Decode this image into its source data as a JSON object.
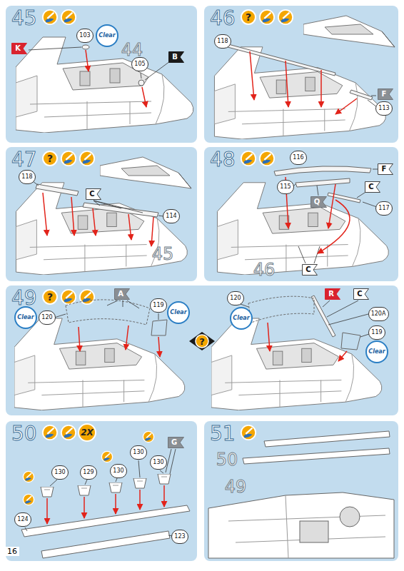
{
  "diagram": {
    "nodes": [
      {
        "text": [
          "45"
        ]
      },
      {
        "text": [
          "103"
        ],
        "in": 0
      },
      {
        "text": [
          "Clear"
        ],
        "in": 0
      },
      {
        "text": [
          "K"
        ],
        "in": 0
      },
      {
        "text": [
          "105"
        ],
        "in": 0
      },
      {
        "text": [
          "B"
        ],
        "in": 0
      },
      {
        "text": [
          "46"
        ]
      },
      {
        "text": [
          "?"
        ],
        "in": 6
      },
      {
        "text": [
          "118"
        ],
        "in": 6
      },
      {
        "text": [
          "F"
        ],
        "in": 6
      },
      {
        "text": [
          "113"
        ],
        "in": 6
      },
      {
        "text": [
          "47"
        ]
      },
      {
        "text": [
          "?"
        ],
        "in": 11
      },
      {
        "text": [
          "118"
        ],
        "in": 11
      },
      {
        "text": [
          "C"
        ],
        "in": 11
      },
      {
        "text": [
          "114"
        ],
        "in": 11
      },
      {
        "text": [
          "48"
        ]
      },
      {
        "text": [
          "116"
        ],
        "in": 16
      },
      {
        "text": [
          "F"
        ],
        "in": 16
      },
      {
        "text": [
          "115"
        ],
        "in": 16
      },
      {
        "text": [
          "C"
        ],
        "in": 16
      },
      {
        "text": [
          "Q"
        ],
        "in": 16
      },
      {
        "text": [
          "117"
        ],
        "in": 16
      },
      {
        "text": [
          "C"
        ],
        "in": 16
      },
      {
        "text": [
          "49"
        ]
      },
      {
        "text": [
          "?"
        ],
        "in": 24
      },
      {
        "text": [
          "A"
        ],
        "in": 24
      },
      {
        "text": [
          "Clear"
        ],
        "in": 24
      },
      {
        "text": [
          "120"
        ],
        "in": 24
      },
      {
        "text": [
          "119"
        ],
        "in": 24
      },
      {
        "text": [
          "Clear"
        ],
        "in": 24
      },
      {
        "text": [
          "?"
        ],
        "in": 24
      },
      {
        "text": [
          "120"
        ],
        "in": 24
      },
      {
        "text": [
          "Clear"
        ],
        "in": 24
      },
      {
        "text": [
          "R"
        ],
        "in": 24
      },
      {
        "text": [
          "C"
        ],
        "in": 24
      },
      {
        "text": [
          "120A"
        ],
        "in": 24
      },
      {
        "text": [
          "119"
        ],
        "in": 24
      },
      {
        "text": [
          "Clear"
        ],
        "in": 24
      },
      {
        "text": [
          "50"
        ]
      },
      {
        "text": [
          "2X"
        ],
        "in": 39
      },
      {
        "text": [
          "G"
        ],
        "in": 39
      },
      {
        "text": [
          "130"
        ],
        "in": 39
      },
      {
        "text": [
          "129"
        ],
        "in": 39
      },
      {
        "text": [
          "130"
        ],
        "in": 39
      },
      {
        "text": [
          "130"
        ],
        "in": 39
      },
      {
        "text": [
          "130"
        ],
        "in": 39
      },
      {
        "text": [
          "124"
        ],
        "in": 39
      },
      {
        "text": [
          "123"
        ],
        "in": 39
      },
      {
        "text": [
          "51"
        ]
      }
    ],
    "labels": [
      "44",
      "45",
      "46",
      "50",
      "49",
      "16"
    ]
  }
}
